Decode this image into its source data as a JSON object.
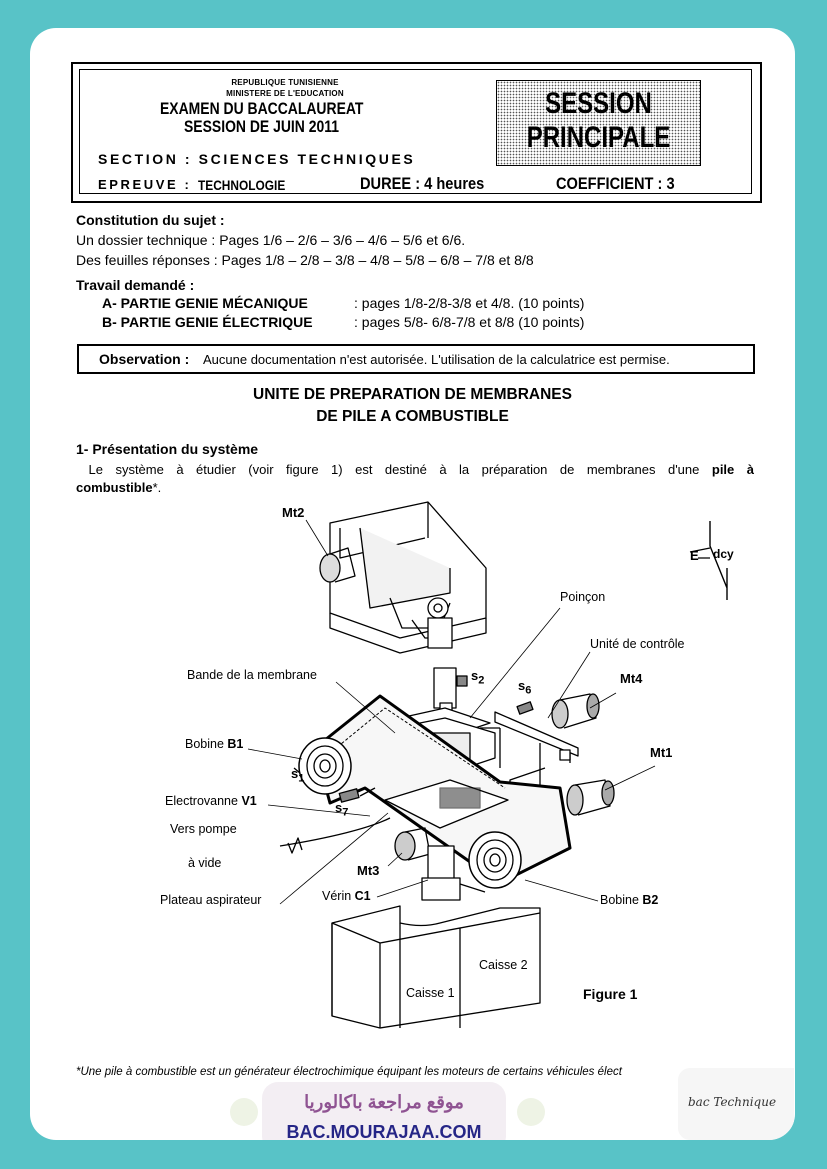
{
  "header": {
    "republique": "REPUBLIQUE TUNISIENNE",
    "ministere": "MINISTERE DE L'EDUCATION",
    "exam_title": "EXAMEN DU BACCALAUREAT",
    "exam_session": "SESSION DE JUIN 2011",
    "section": "SECTION :  SCIENCES TECHNIQUES",
    "epreuve_label": "EPREUVE  :",
    "epreuve_value": "TECHNOLOGIE",
    "duree": "DUREE : 4 heures",
    "coefficient": "COEFFICIENT : 3",
    "session_line1": "SESSION",
    "session_line2": "PRINCIPALE"
  },
  "constitution": {
    "title": "Constitution du sujet :",
    "dossier": "Un dossier technique : Pages 1/6 – 2/6 – 3/6 – 4/6 – 5/6 et 6/6.",
    "feuilles": "Des feuilles réponses : Pages 1/8 – 2/8 – 3/8 – 4/8 – 5/8 – 6/8 – 7/8 et  8/8"
  },
  "travail": {
    "title": "Travail demandé :",
    "a_label": "A- PARTIE GENIE MÉCANIQUE",
    "a_pages": ": pages 1/8-2/8-3/8 et 4/8. (10 points)",
    "b_label": "B- PARTIE GENIE ÉLECTRIQUE",
    "b_pages": ": pages 5/8- 6/8-7/8 et 8/8 (10 points)"
  },
  "observation": {
    "label": "Observation :",
    "text": "Aucune documentation n'est autorisée. L'utilisation de la calculatrice est permise."
  },
  "main_title": {
    "line1": "UNITE DE PREPARATION DE MEMBRANES",
    "line2": "DE PILE A COMBUSTIBLE"
  },
  "presentation": {
    "heading": "1- Présentation du système",
    "text_pre": "Le système à étudier (voir figure 1) est destiné à la préparation de membranes d'une",
    "text_bold1": "pile à",
    "text_bold2": "combustible",
    "text_post": "*."
  },
  "figure": {
    "mt2": "Mt2",
    "mt4": "Mt4",
    "mt1": "Mt1",
    "mt3": "Mt3",
    "poincon": "Poinçon",
    "unite_controle": "Unité de contrôle",
    "bande": "Bande de la membrane",
    "bobine_b1_pre": "Bobine ",
    "bobine_b1_bold": "B1",
    "electrovanne_pre": "Electrovanne ",
    "electrovanne_bold": "V1",
    "vers_pompe": "Vers pompe",
    "a_vide": "à vide",
    "plateau": "Plateau aspirateur",
    "verin_pre": "Vérin ",
    "verin_bold": "C1",
    "bobine_b2_pre": "Bobine ",
    "bobine_b2_bold": "B2",
    "caisse1": "Caisse 1",
    "caisse2": "Caisse 2",
    "figure_label": "Figure 1",
    "s1": "s",
    "s1_sub": "1",
    "s2": "s",
    "s2_sub": "2",
    "s6": "s",
    "s6_sub": "6",
    "s7": "s",
    "s7_sub": "7",
    "dcy": "dcy",
    "e_mark": "E"
  },
  "footnote": "*Une pile à combustible est un générateur électrochimique équipant les moteurs de certains véhicules élect",
  "watermark": {
    "arabic": "موقع مراجعة باكالوريا",
    "site": "BAC.MOURAJAA.COM",
    "script_logo": "bac Technique"
  },
  "colors": {
    "frame": "#58c3c7",
    "watermark_arabic": "#8a4a8d",
    "watermark_site": "#1a1a80"
  }
}
